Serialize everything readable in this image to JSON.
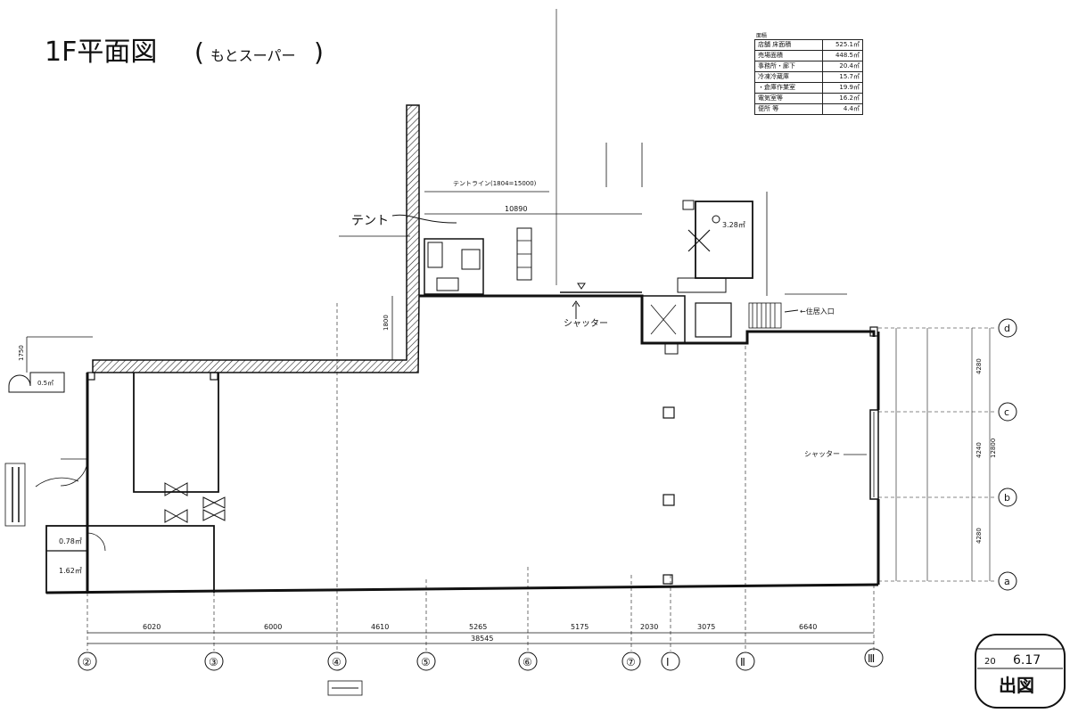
{
  "title": "1F平面図",
  "title_note": "もとスーパー",
  "area_table": {
    "caption": "面積",
    "rows": [
      {
        "label": "店舗 床面積",
        "value": "525.1㎡"
      },
      {
        "label": "売場面積",
        "value": "448.5㎡"
      },
      {
        "label": "事務所・廊下",
        "value": "20.4㎡"
      },
      {
        "label": "冷凍冷蔵庫",
        "value": "15.7㎡"
      },
      {
        "label": "・倉庫作業室",
        "value": "19.9㎡"
      },
      {
        "label": "電気室等",
        "value": "16.2㎡"
      },
      {
        "label": "便所 等",
        "value": "4.4㎡"
      }
    ]
  },
  "annotations": {
    "tent": "テント",
    "shutter_top": "シャッター",
    "shutter_right": "シャッター",
    "tent_line": "テントライン(1804=15000)",
    "dim_10890": "10890",
    "sqm_328": "3.28㎡",
    "sqm_078": "0.78㎡",
    "sqm_162": "1.62㎡",
    "sqm_05": "0.5㎡",
    "stairs_note": "←住居入口",
    "dim_1800": "1800",
    "dim_1750": "1750"
  },
  "dimensions_bottom": [
    "6020",
    "6000",
    "4610",
    "5265",
    "5175",
    "2030",
    "3075",
    "6640"
  ],
  "dimension_total": "38545",
  "dimensions_right": [
    "4280",
    "4240",
    "4280"
  ],
  "dimension_right_total": "12800",
  "grid_bottom": [
    "②",
    "③",
    "④",
    "⑤",
    "⑥",
    "⑦",
    "Ⅰ",
    "Ⅱ",
    "Ⅲ"
  ],
  "grid_right": [
    "d",
    "c",
    "b",
    "a"
  ],
  "stamp": {
    "date_prefix": "20",
    "date": "6.17",
    "label": "出図"
  }
}
